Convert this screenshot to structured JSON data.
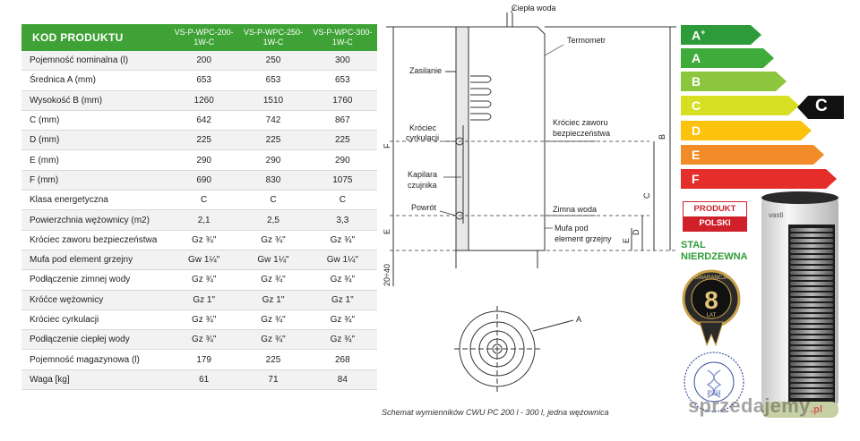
{
  "table": {
    "header": {
      "kod": "KOD PRODUKTU",
      "models": [
        "VS-P-WPC-200-1W-C",
        "VS-P-WPC-250-1W-C",
        "VS-P-WPC-300-1W-C"
      ]
    },
    "rows": [
      {
        "label": "Pojemność nominalna (l)",
        "values": [
          "200",
          "250",
          "300"
        ]
      },
      {
        "label": "Średnica A (mm)",
        "values": [
          "653",
          "653",
          "653"
        ]
      },
      {
        "label": "Wysokość B (mm)",
        "values": [
          "1260",
          "1510",
          "1760"
        ]
      },
      {
        "label": "C (mm)",
        "values": [
          "642",
          "742",
          "867"
        ]
      },
      {
        "label": "D (mm)",
        "values": [
          "225",
          "225",
          "225"
        ]
      },
      {
        "label": "E (mm)",
        "values": [
          "290",
          "290",
          "290"
        ]
      },
      {
        "label": "F (mm)",
        "values": [
          "690",
          "830",
          "1075"
        ]
      },
      {
        "label": "Klasa energetyczna",
        "values": [
          "C",
          "C",
          "C"
        ]
      },
      {
        "label": "Powierzchnia wężownicy (m2)",
        "values": [
          "2,1",
          "2,5",
          "3,3"
        ]
      },
      {
        "label": "Króciec zaworu bezpieczeństwa",
        "values": [
          "Gz ¾\"",
          "Gz ¾\"",
          "Gz ¾\""
        ]
      },
      {
        "label": "Mufa pod element grzejny",
        "values": [
          "Gw 1¼\"",
          "Gw 1¼\"",
          "Gw 1¼\""
        ]
      },
      {
        "label": "Podłączenie zimnej wody",
        "values": [
          "Gz ¾\"",
          "Gz ¾\"",
          "Gz ¾\""
        ]
      },
      {
        "label": "Króćce wężownicy",
        "values": [
          "Gz 1\"",
          "Gz 1\"",
          "Gz 1\""
        ]
      },
      {
        "label": "Króciec cyrkulacji",
        "values": [
          "Gz ¾\"",
          "Gz ¾\"",
          "Gz ¾\""
        ]
      },
      {
        "label": "Podłączenie ciepłej wody",
        "values": [
          "Gz ¾\"",
          "Gz ¾\"",
          "Gz ¾\""
        ]
      },
      {
        "label": "Pojemność magazynowa (l)",
        "values": [
          "179",
          "225",
          "268"
        ]
      },
      {
        "label": "Waga [kg]",
        "values": [
          "61",
          "71",
          "84"
        ]
      }
    ]
  },
  "diagram": {
    "labels": {
      "ciepla_woda": "Ciepła woda",
      "termometr": "Termometr",
      "zasilanie": "Zasilanie",
      "krociec_cyrkulacji_1": "Króciec",
      "krociec_cyrkulacji_2": "cyrkulacji",
      "krociec_zaworu_1": "Króciec zaworu",
      "krociec_zaworu_2": "bezpieczeństwa",
      "kapilara_1": "Kapilara",
      "kapilara_2": "czujnika",
      "powrot": "Powrót",
      "zimna_woda": "Zimna woda",
      "mufa_1": "Mufa pod",
      "mufa_2": "element grzejny",
      "dim_b": "B",
      "dim_c": "C",
      "dim_d": "D",
      "dim_e": "E",
      "dim_f": "F",
      "dim_e_left": "E",
      "dim_feet": "20÷40",
      "dim_a": "A"
    },
    "caption": "Schemat wymienników CWU PC 200 l - 300 l, jedna wężownica"
  },
  "energy": {
    "classes": [
      {
        "letter": "A",
        "sup": "+",
        "color": "#2e9b3a"
      },
      {
        "letter": "A",
        "sup": "",
        "color": "#3eab3b"
      },
      {
        "letter": "B",
        "sup": "",
        "color": "#8cc63e"
      },
      {
        "letter": "C",
        "sup": "",
        "color": "#d7df23"
      },
      {
        "letter": "D",
        "sup": "",
        "color": "#fcc30c"
      },
      {
        "letter": "E",
        "sup": "",
        "color": "#f28c28"
      },
      {
        "letter": "F",
        "sup": "",
        "color": "#e52d2a"
      }
    ],
    "current": "C"
  },
  "badges": {
    "produkt_top": "PRODUKT",
    "produkt_bottom": "POLSKI",
    "stal_1": "STAL",
    "stal_2": "NIERDZEWNA",
    "gwarancja_word": "GWARANCJA",
    "gwarancja_years": "8",
    "gwarancja_unit": "LAT",
    "pzh_text": "PZH",
    "heater_brand": "vasti"
  },
  "watermark": {
    "text": "sprzedajemy",
    "suffix": ".pl"
  }
}
